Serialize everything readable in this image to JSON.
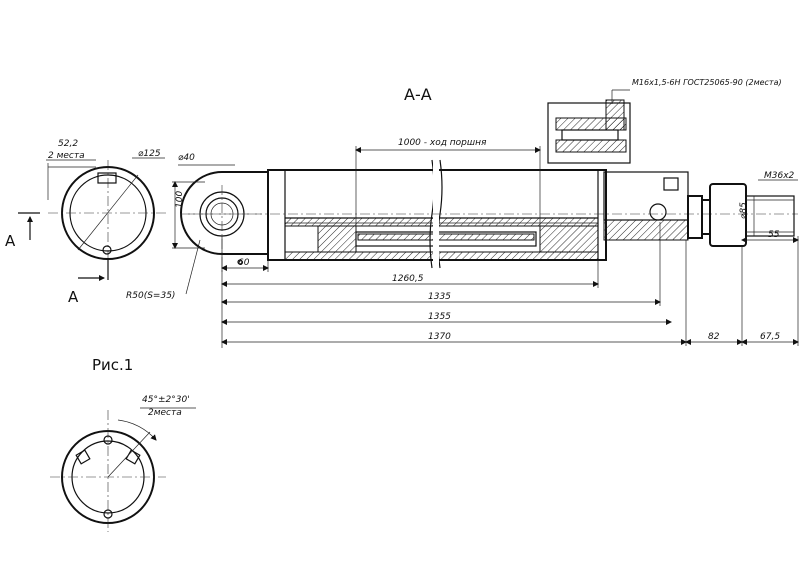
{
  "section_title": "А-А",
  "figure_label": "Рис.1",
  "labels": {
    "stroke_note": "1000 - ход поршня",
    "port_thread": "M16x1,5-6H ГОСТ25065-90 (2места)",
    "rod_thread": "M36x2",
    "eye_radius": "R50(S=35)",
    "eye_bore": "⌀40",
    "eye_height": "100",
    "flange_dia": "⌀125",
    "slot_offset": "52,2",
    "slot_count": "2 места",
    "chamfer": "45°±2°30'",
    "chamfer_count": "2места",
    "rod_dia": "⌀85",
    "section_a_left": "А",
    "section_a_bottom": "А"
  },
  "dimensions": {
    "d60": "60",
    "d1260_5": "1260,5",
    "d1335": "1335",
    "d1355": "1355",
    "d1370": "1370",
    "d82": "82",
    "d67_5": "67,5",
    "d55": "55"
  }
}
